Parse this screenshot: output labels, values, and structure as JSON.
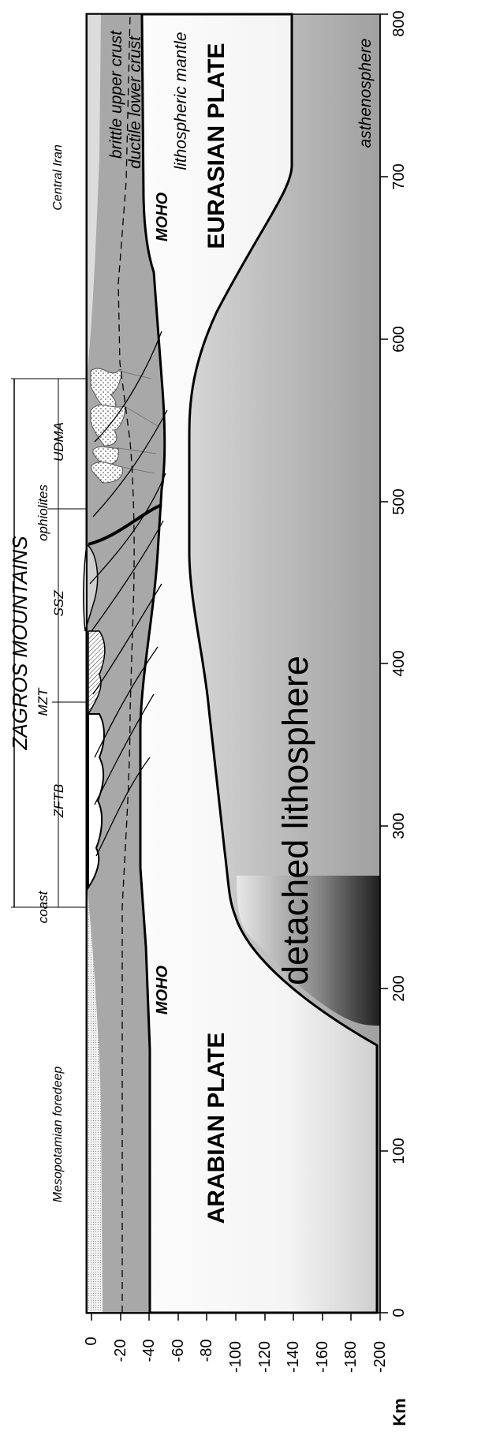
{
  "figure": {
    "main_title": "ZAGROS MOUNTAINS",
    "plate_labels": {
      "arabian": "ARABIAN PLATE",
      "eurasian": "EURASIAN PLATE"
    },
    "layer_labels": {
      "upper_crust": "brittle upper crust",
      "lower_crust": "ductile lower crust",
      "mantle": "lithospheric mantle",
      "asthenosphere": "asthenosphere",
      "detached": "detached lithosphere"
    },
    "moho_labels": [
      "MOHO",
      "MOHO"
    ],
    "region_labels": {
      "foredeep": "Mesopotamian foredeep",
      "coast": "coast",
      "central_iran": "Central Iran"
    },
    "zone_labels": {
      "zftb": "ZFTB",
      "mzt": "MZT",
      "ssz": "SSZ",
      "ophiolites": "ophiolites",
      "udma": "UDMA"
    }
  },
  "axes": {
    "distance_ticks": [
      "0",
      "100",
      "200",
      "300",
      "400",
      "500",
      "600",
      "700",
      "800"
    ],
    "depth_ticks": [
      "0",
      "-20",
      "-40",
      "-60",
      "-80",
      "-100",
      "-120",
      "-140",
      "-160",
      "-180",
      "-200"
    ],
    "unit": "Km"
  },
  "colors": {
    "crust": "#a8a8a8",
    "outline": "#000000",
    "asthenosphere_dark": "#2a2a2a",
    "background": "#ffffff"
  }
}
